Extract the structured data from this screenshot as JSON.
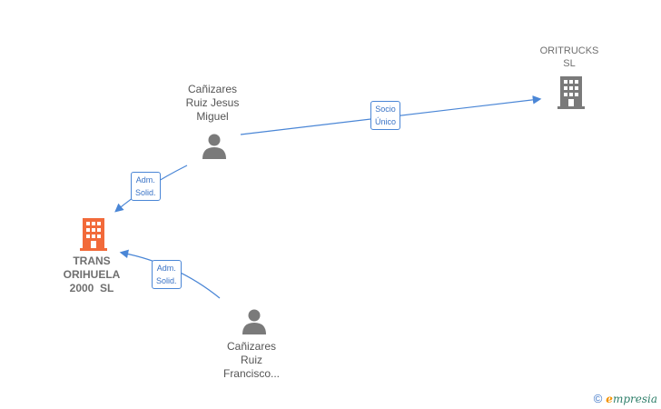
{
  "nodes": {
    "person_jesus": {
      "lines": [
        "Cañizares",
        "Ruiz Jesus",
        "Miguel"
      ]
    },
    "person_francisco": {
      "lines": [
        "Cañizares",
        "Ruiz",
        "Francisco..."
      ]
    },
    "company_trans": {
      "lines": [
        "TRANS",
        "ORIHUELA",
        "2000  SL"
      ]
    },
    "company_oritrucks": {
      "lines": [
        "ORITRUCKS",
        "SL"
      ]
    }
  },
  "edges": {
    "jesus_to_oritrucks": {
      "lines": [
        "Socio",
        "Único"
      ]
    },
    "jesus_to_trans": {
      "lines": [
        "Adm.",
        "Solid."
      ]
    },
    "francisco_to_trans": {
      "lines": [
        "Adm.",
        "Solid."
      ]
    }
  },
  "colors": {
    "edge": "#4a86d6",
    "person_icon": "#7a7a7a",
    "company_icon": "#7a7a7a",
    "company_main_icon": "#f26a3a"
  },
  "icons": {
    "person": "person-icon",
    "company": "building-icon"
  },
  "footer": {
    "copyright_symbol": "©",
    "brand_initial": "e",
    "brand_rest": "mpresia"
  }
}
